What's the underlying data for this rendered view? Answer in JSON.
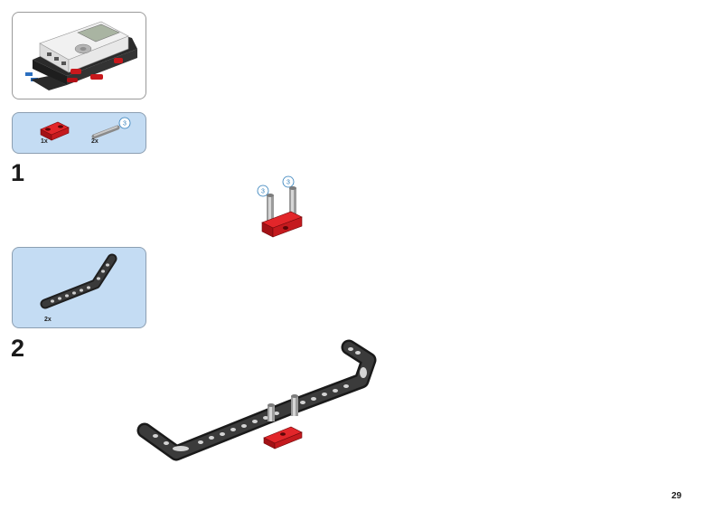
{
  "sub_model_panel": {
    "icon": "ev3-brick-assembly"
  },
  "parts_panel_1": {
    "items": [
      {
        "icon": "red-axle-connector",
        "qty": "1x"
      },
      {
        "icon": "grey-axle",
        "qty": "2x",
        "length": "3"
      }
    ]
  },
  "step_1": {
    "number": "1",
    "axle_callouts": [
      "3",
      "3"
    ]
  },
  "parts_panel_2": {
    "items": [
      {
        "icon": "black-bent-liftarm",
        "qty": "2x"
      }
    ]
  },
  "step_2": {
    "number": "2"
  },
  "page": {
    "number": "29"
  }
}
